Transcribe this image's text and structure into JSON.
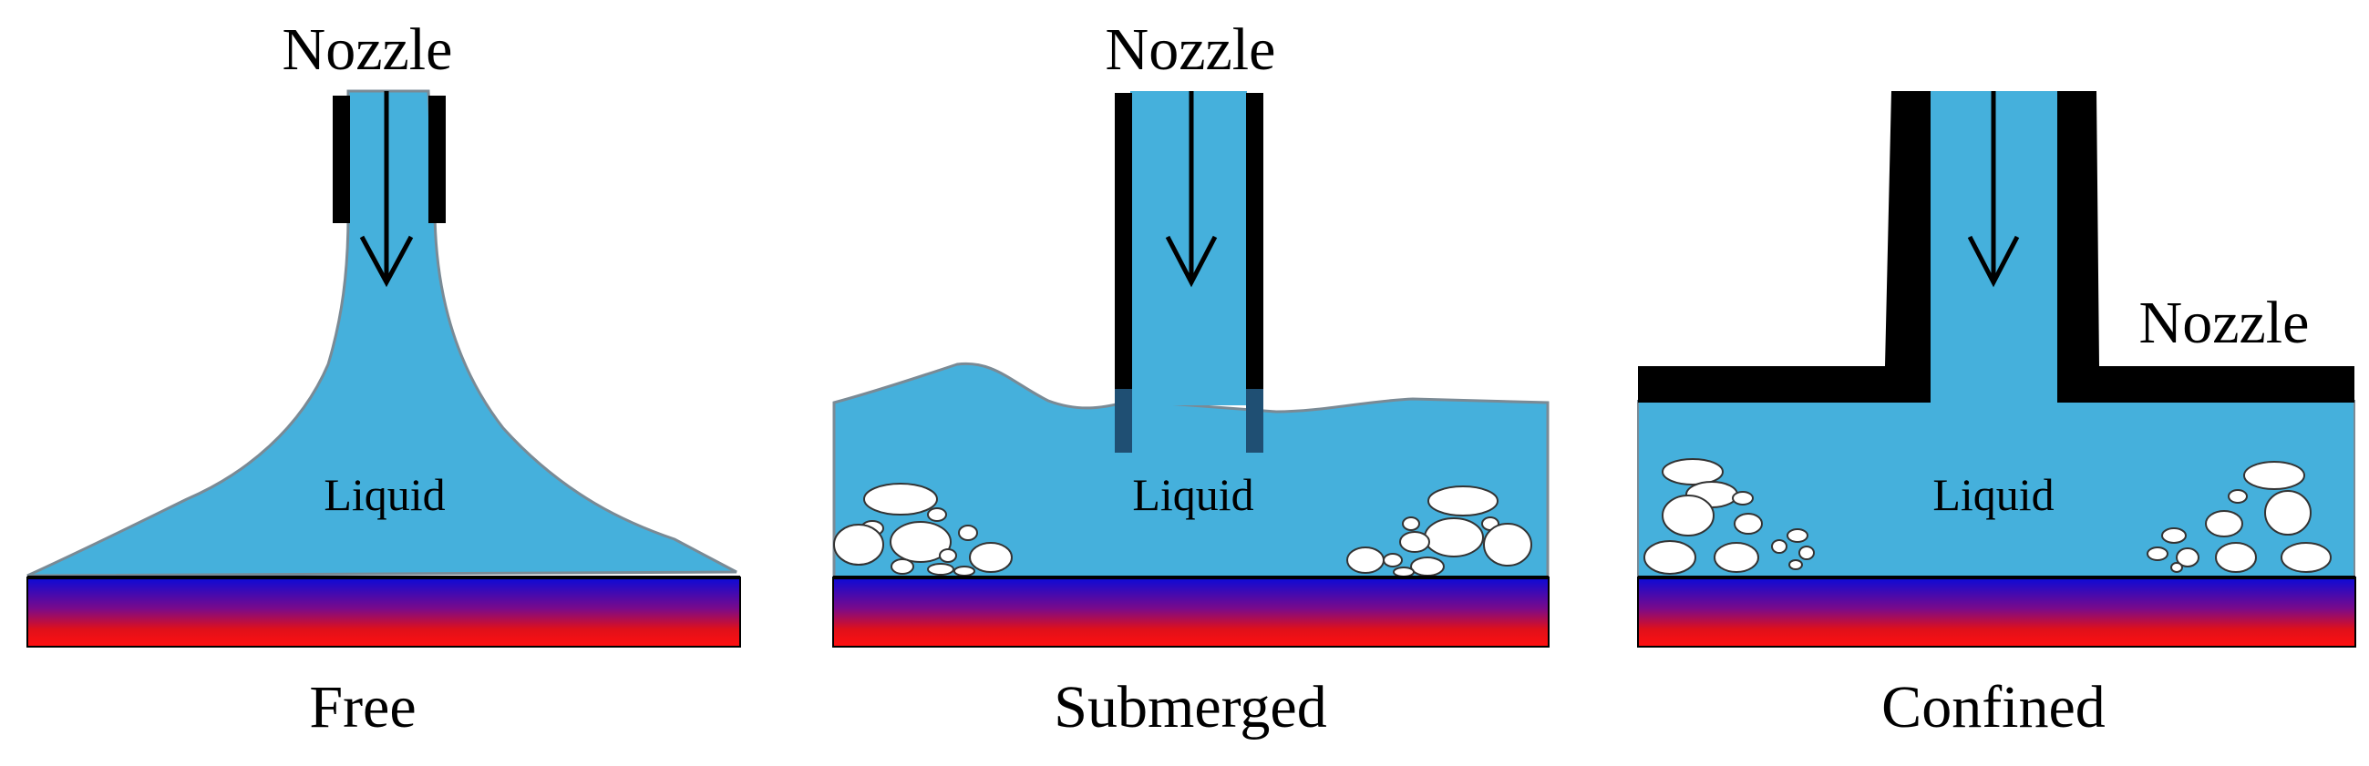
{
  "colors": {
    "liquid": "#45B0DC",
    "liquid_edge": "#7a8a95",
    "nozzle": "#000000",
    "nozzle_submerged": "#1f4f73",
    "bubble": "#ffffff",
    "plate_top": "#1010e0",
    "plate_bottom": "#ff1010"
  },
  "panels": [
    {
      "id": "free",
      "nozzle_label": "Nozzle",
      "liquid_label": "Liquid",
      "caption": "Free"
    },
    {
      "id": "submerged",
      "nozzle_label": "Nozzle",
      "liquid_label": "Liquid",
      "caption": "Submerged"
    },
    {
      "id": "confined",
      "nozzle_label": "Nozzle",
      "liquid_label": "Liquid",
      "caption": "Confined"
    }
  ],
  "icons": {
    "flow_arrow": "arrow-down-icon",
    "heated_surface": "heated-plate-icon",
    "bubble": "vapor-bubble-icon"
  }
}
